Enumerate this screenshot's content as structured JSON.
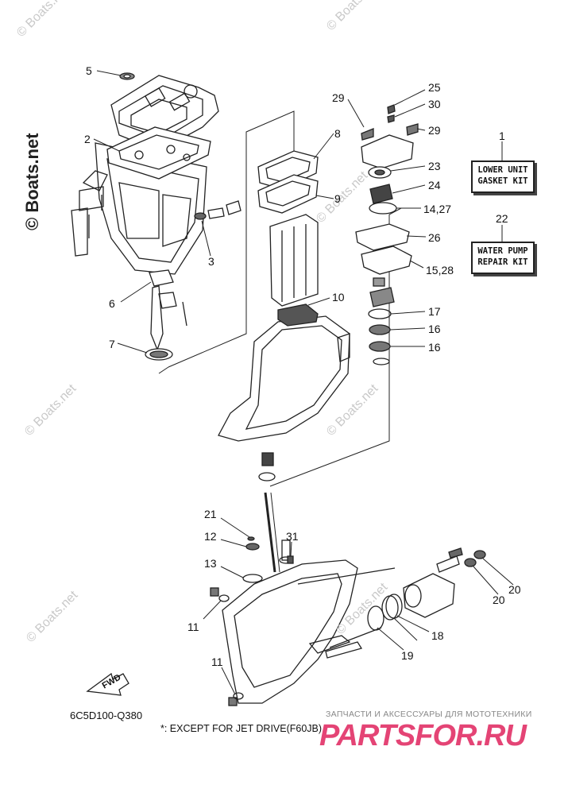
{
  "callouts": [
    {
      "id": "5",
      "text": "5"
    },
    {
      "id": "2",
      "text": "2"
    },
    {
      "id": "3",
      "text": "3"
    },
    {
      "id": "6",
      "text": "6"
    },
    {
      "id": "7",
      "text": "7"
    },
    {
      "id": "8",
      "text": "8"
    },
    {
      "id": "9",
      "text": "9"
    },
    {
      "id": "10",
      "text": "10"
    },
    {
      "id": "25",
      "text": "25"
    },
    {
      "id": "29a",
      "text": "29"
    },
    {
      "id": "30",
      "text": "30"
    },
    {
      "id": "29b",
      "text": "29"
    },
    {
      "id": "23",
      "text": "23"
    },
    {
      "id": "24",
      "text": "24"
    },
    {
      "id": "14-27",
      "text": "14,27"
    },
    {
      "id": "26",
      "text": "26"
    },
    {
      "id": "15-28",
      "text": "15,28"
    },
    {
      "id": "17",
      "text": "17"
    },
    {
      "id": "16a",
      "text": "16"
    },
    {
      "id": "16b",
      "text": "16"
    },
    {
      "id": "1",
      "text": "1"
    },
    {
      "id": "22",
      "text": "22"
    },
    {
      "id": "21",
      "text": "21"
    },
    {
      "id": "12",
      "text": "12"
    },
    {
      "id": "31",
      "text": "31"
    },
    {
      "id": "13",
      "text": "13"
    },
    {
      "id": "11a",
      "text": "11"
    },
    {
      "id": "11b",
      "text": "11"
    },
    {
      "id": "19",
      "text": "19"
    },
    {
      "id": "18",
      "text": "18"
    },
    {
      "id": "20a",
      "text": "20"
    },
    {
      "id": "20b",
      "text": "20"
    }
  ],
  "kits": {
    "lower_unit": {
      "line1": "LOWER UNIT",
      "line2": "GASKET KIT"
    },
    "water_pump": {
      "line1": "WATER PUMP",
      "line2": "REPAIR KIT"
    }
  },
  "diagram_code": "6C5D100-Q380",
  "footnote": "*: EXCEPT FOR JET DRIVE(F60JB)",
  "fwd_label": "FWD",
  "watermark": "© Boats.net",
  "side_watermark": "© Boats.net",
  "brand": {
    "tagline": "ЗАПЧАСТИ И АКСЕССУАРЫ ДЛЯ МОТОТЕХНИКИ",
    "logo": "PARTSFOR.RU"
  },
  "colors": {
    "ink": "#222222",
    "accent": "#e0245e",
    "watermark": "#c9c9c9"
  }
}
